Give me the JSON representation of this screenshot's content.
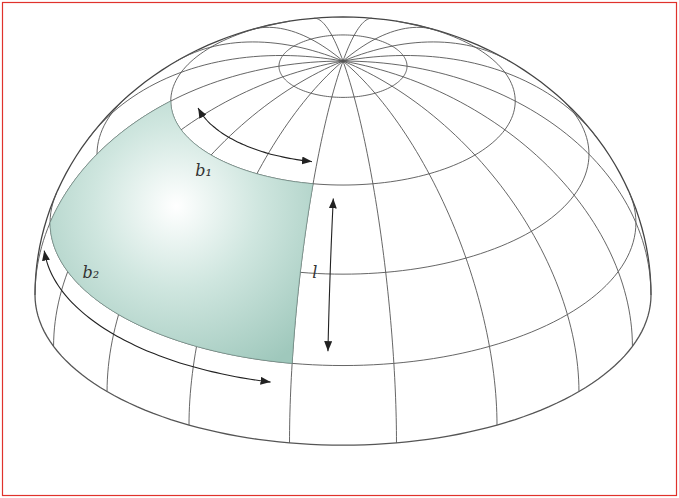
{
  "diagram": {
    "labels": [
      "b₁",
      "b₂",
      "l"
    ]
  }
}
